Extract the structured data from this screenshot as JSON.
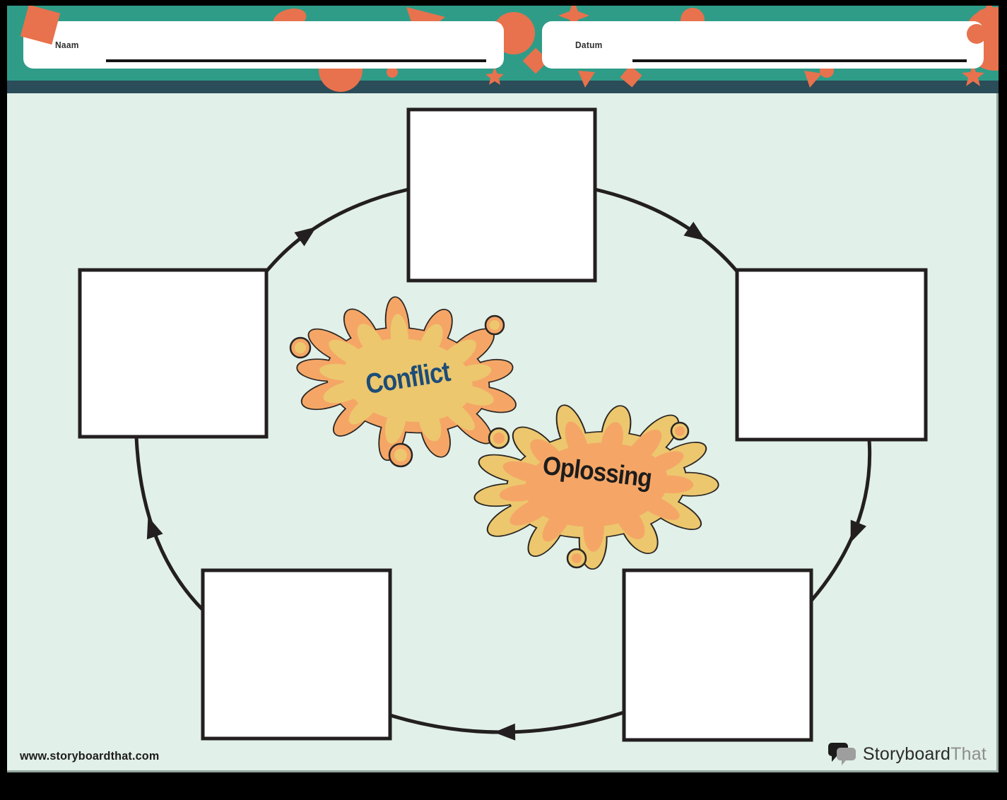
{
  "page": {
    "kind": "printable-worksheet-template",
    "language": "Dutch"
  },
  "header": {
    "name_label": "Naam",
    "name_value": "",
    "date_label": "Datum",
    "date_value": ""
  },
  "diagram": {
    "type": "cycle",
    "direction": "clockwise",
    "box_count": 5,
    "boxes": [
      {
        "position": "top",
        "content": ""
      },
      {
        "position": "right",
        "content": ""
      },
      {
        "position": "bottom-right",
        "content": ""
      },
      {
        "position": "bottom-left",
        "content": ""
      },
      {
        "position": "left",
        "content": ""
      }
    ],
    "splats": [
      {
        "label": "Conflict",
        "text_color": "#1d4c77",
        "ring_color": "#f5a666",
        "fill_color": "#ecc76e"
      },
      {
        "label": "Oplossing",
        "text_color": "#1c1c1c",
        "ring_color": "#ecc76e",
        "fill_color": "#f5a666"
      }
    ]
  },
  "footer": {
    "website_url": "www.storyboardthat.com",
    "logo": {
      "primary": "Storyboard",
      "secondary": "That",
      "icon": "speech-bubbles-icon"
    }
  },
  "colors": {
    "page_background": "#e1f0e8",
    "header_teal": "#2f9c88",
    "header_dark_band": "#2b4c59",
    "confetti_orange": "#e8724d",
    "outline_ink": "#231f20",
    "box_fill": "#ffffff",
    "frame_black": "#000000"
  }
}
